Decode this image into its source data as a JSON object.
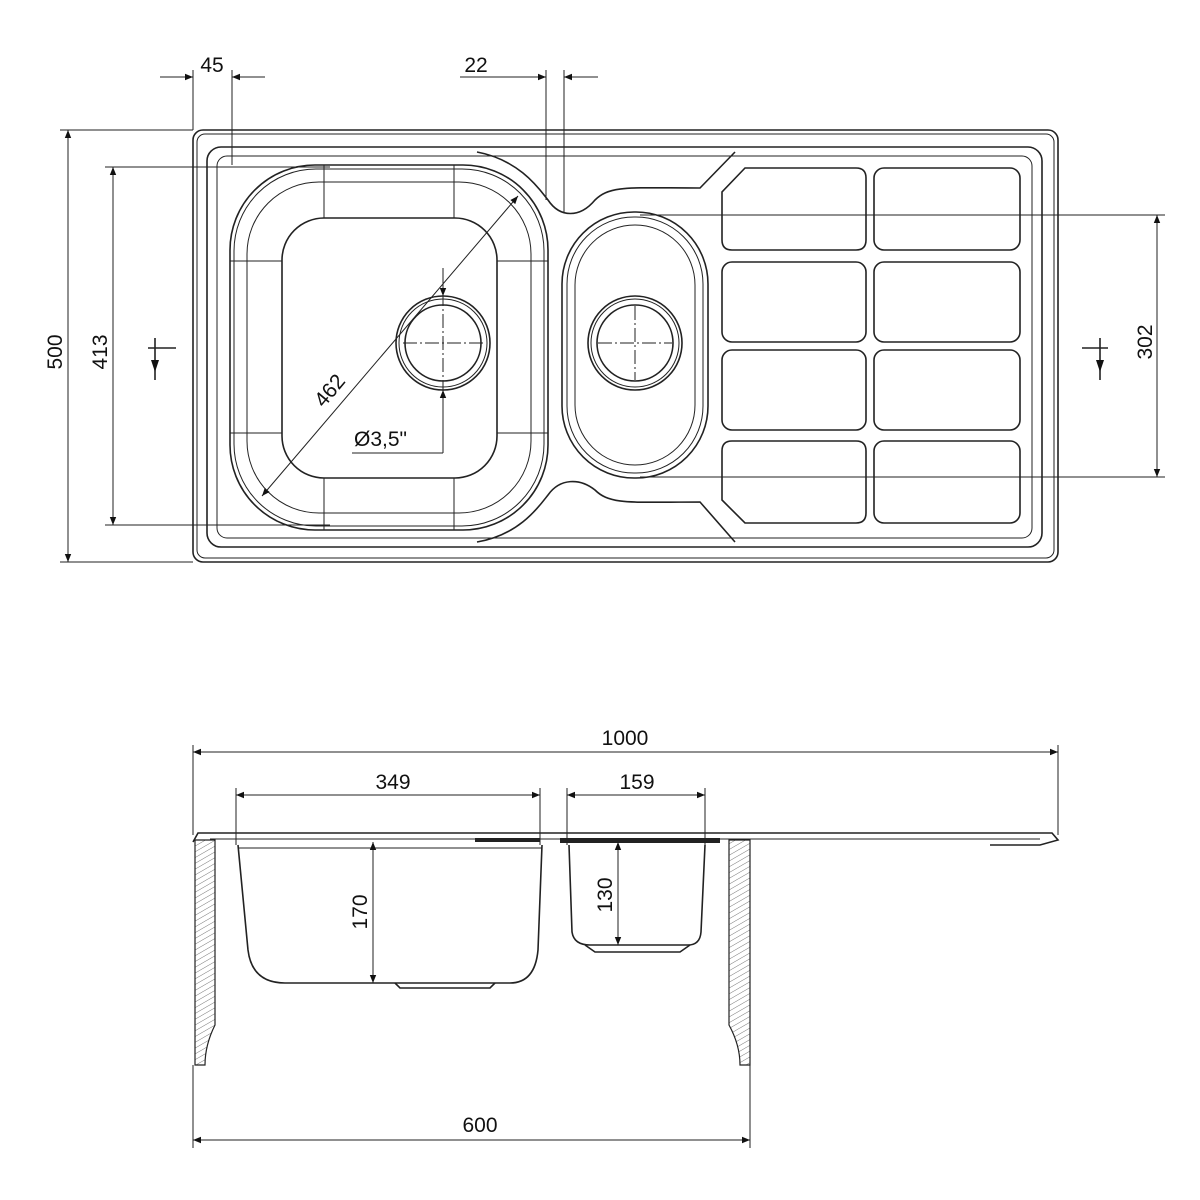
{
  "top_view": {
    "dimensions": {
      "rim_offset": "45",
      "bowl_gap": "22",
      "overall_depth": "500",
      "large_bowl_depth": "413",
      "small_bowl_depth": "302",
      "large_bowl_diagonal": "462",
      "drain_size": "Ø3,5\""
    }
  },
  "side_view": {
    "dimensions": {
      "overall_width": "1000",
      "large_bowl_width": "349",
      "small_bowl_width": "159",
      "large_bowl_height": "170",
      "small_bowl_height": "130",
      "cabinet_width": "600"
    }
  }
}
